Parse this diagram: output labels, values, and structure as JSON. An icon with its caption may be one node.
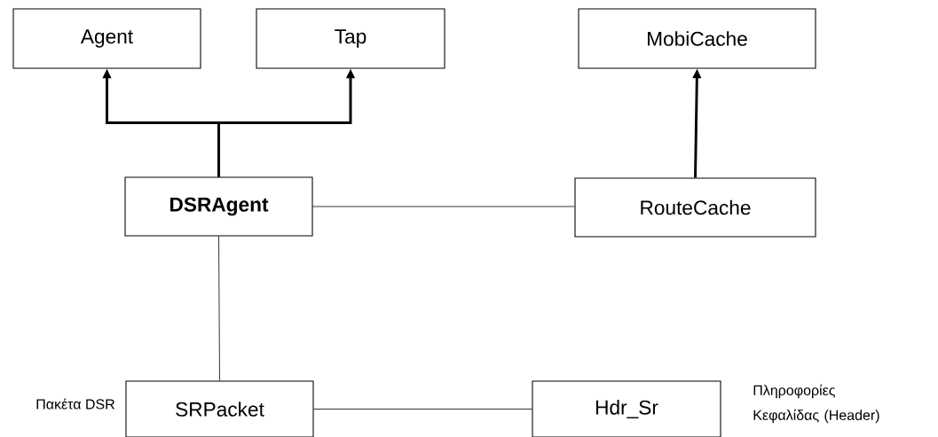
{
  "diagram": {
    "nodes": [
      {
        "text": [
          "Agent"
        ]
      },
      {
        "text": [
          "Tap"
        ]
      },
      {
        "text": [
          "MobiCache"
        ]
      },
      {
        "text": [
          "DSRAgent"
        ]
      },
      {
        "text": [
          "RouteCache"
        ]
      },
      {
        "text": [
          "SRPacket"
        ],
        "beside": [
          "Πακέτα DSR"
        ]
      },
      {
        "text": [
          "Hdr_Sr"
        ],
        "beside": [
          "Πληροφορίες Κεφαλίδας (Header)"
        ]
      }
    ],
    "edges": [
      {
        "from": 3,
        "to": 0,
        "arrow": "to",
        "style": "thick"
      },
      {
        "from": 3,
        "to": 1,
        "arrow": "to",
        "style": "thick"
      },
      {
        "from": 4,
        "to": 2,
        "arrow": "to",
        "style": "thick"
      },
      {
        "from": 3,
        "to": 4,
        "arrow": "none"
      },
      {
        "from": 3,
        "to": 5,
        "arrow": "none"
      },
      {
        "from": 5,
        "to": 6,
        "arrow": "none"
      }
    ]
  }
}
